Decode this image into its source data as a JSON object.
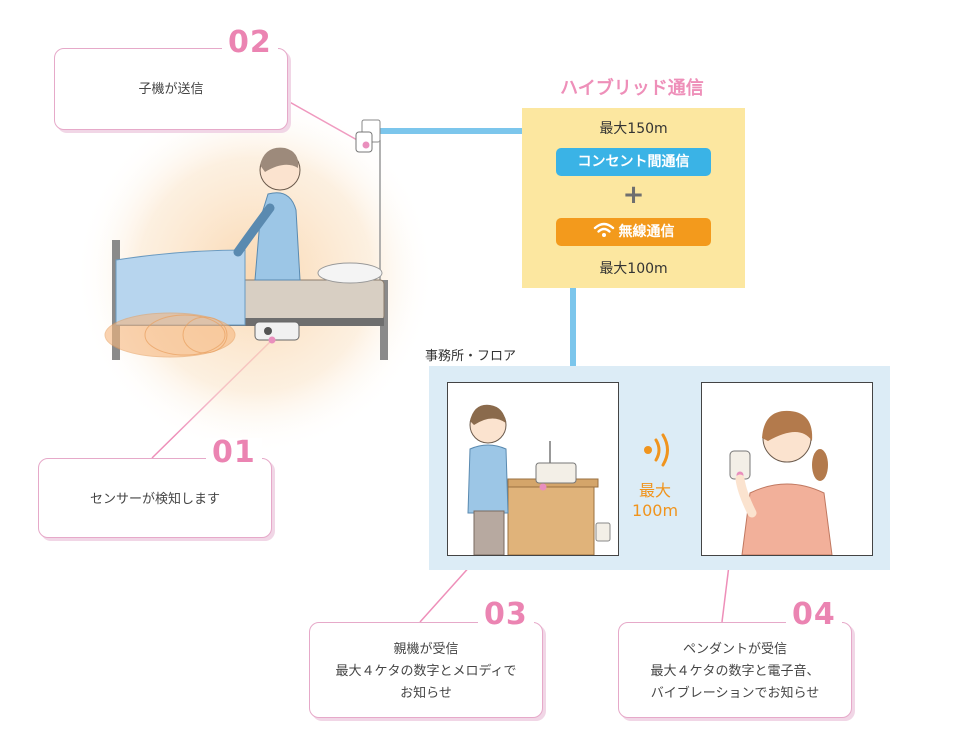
{
  "callouts": {
    "c02": {
      "number": "02",
      "text": "子機が送信"
    },
    "c01": {
      "number": "01",
      "text": "センサーが検知します"
    },
    "c03": {
      "number": "03",
      "line1": "親機が受信",
      "line2": "最大４ケタの数字とメロディで",
      "line3": "お知らせ"
    },
    "c04": {
      "number": "04",
      "line1": "ペンダントが受信",
      "line2": "最大４ケタの数字と電子音、",
      "line3": "バイブレーションでお知らせ"
    }
  },
  "hybrid": {
    "title": "ハイブリッド通信",
    "range_top": "最大150m",
    "outlet_comm": "コンセント間通信",
    "plus": "+",
    "wireless_comm": "無線通信",
    "range_bottom": "最大100m"
  },
  "office": {
    "label": "事務所・フロア",
    "range_line1": "最大",
    "range_line2": "100m"
  },
  "colors": {
    "accent_pink": "#eb84b2",
    "line_blue": "#7cc6ec",
    "outlet_pill": "#3ab3e6",
    "wireless_pill": "#f39a1c",
    "hybrid_box": "#fce7a0",
    "office_bg": "#dcecf6"
  }
}
